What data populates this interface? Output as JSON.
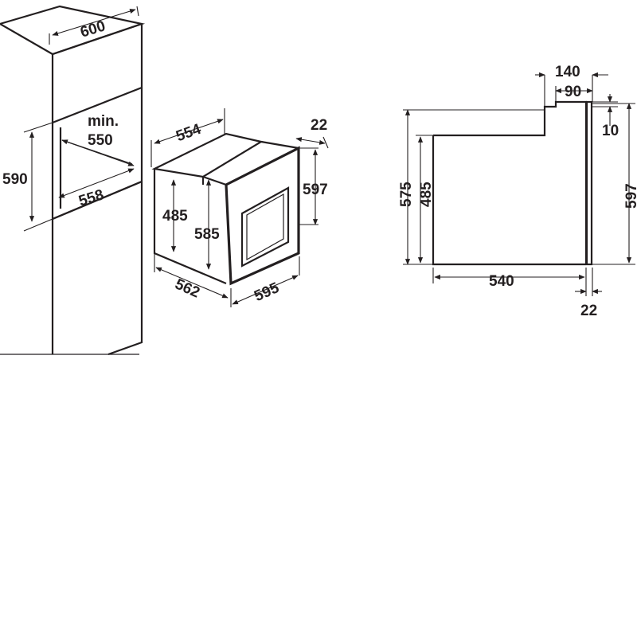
{
  "niche": {
    "width_600": "600",
    "min_label": "min.",
    "min_550": "550",
    "height_590": "590",
    "depth_558": "558"
  },
  "oven_iso": {
    "top_554": "554",
    "door_22": "22",
    "height_597": "597",
    "height_485": "485",
    "height_585": "585",
    "depth_562": "562",
    "width_595": "595"
  },
  "side_view": {
    "top_140": "140",
    "top_90": "90",
    "right_10": "10",
    "left_575": "575",
    "left_485": "485",
    "right_597": "597",
    "bottom_540": "540",
    "bottom_22": "22"
  },
  "colors": {
    "line": "#231f20",
    "background": "#ffffff"
  }
}
